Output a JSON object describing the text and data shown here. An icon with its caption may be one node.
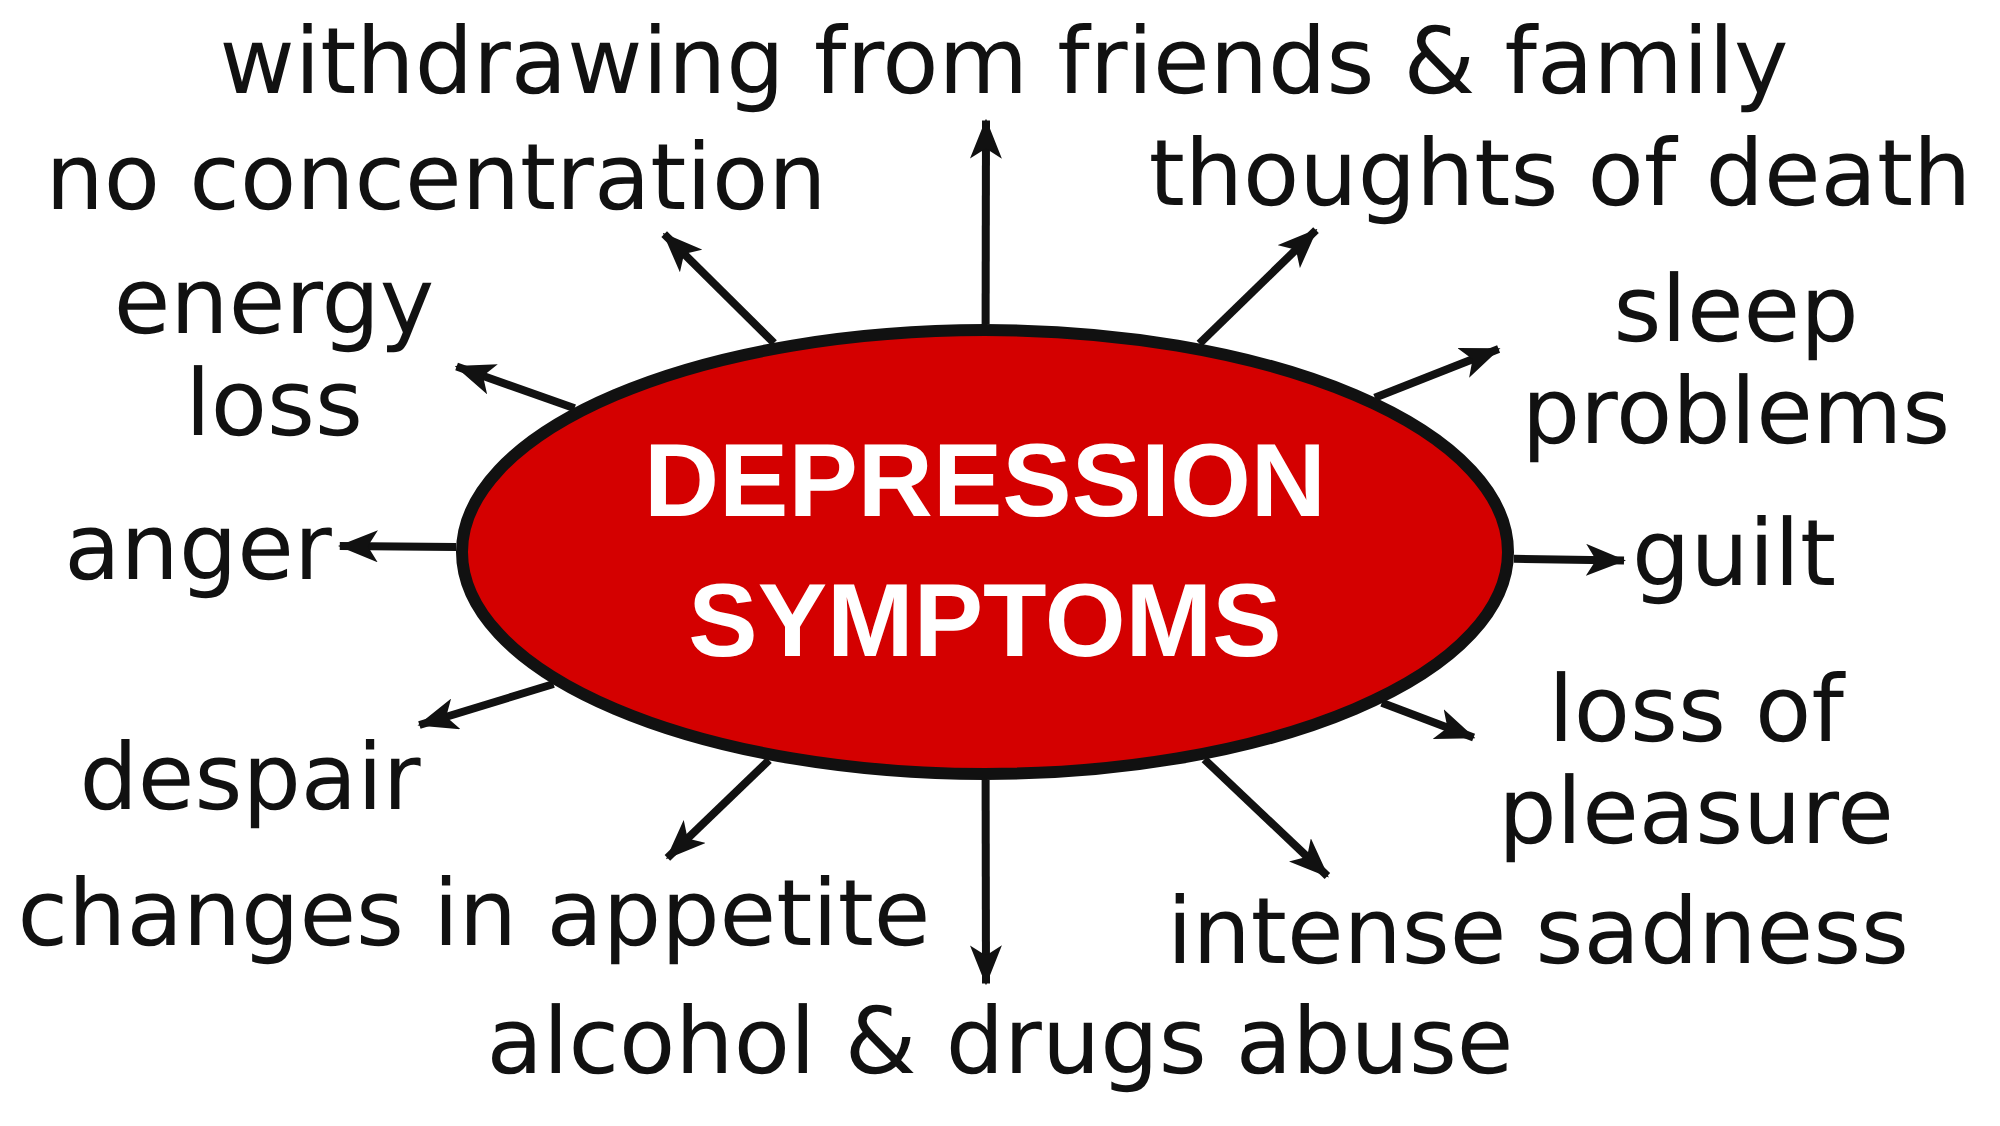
{
  "diagram": {
    "nodes": [
      {
        "text": [
          "DEPRESSION SYMPTOMS"
        ]
      },
      {
        "text": [
          "withdrawing from friends & family"
        ]
      },
      {
        "text": [
          "no concentration"
        ]
      },
      {
        "text": [
          "thoughts of death"
        ]
      },
      {
        "text": [
          "energy loss"
        ]
      },
      {
        "text": [
          "sleep problems"
        ]
      },
      {
        "text": [
          "anger"
        ]
      },
      {
        "text": [
          "guilt"
        ]
      },
      {
        "text": [
          "despair"
        ]
      },
      {
        "text": [
          "loss of pleasure"
        ]
      },
      {
        "text": [
          "changes in appetite"
        ]
      },
      {
        "text": [
          "intense sadness"
        ]
      },
      {
        "text": [
          "alcohol & drugs abuse"
        ]
      }
    ],
    "edges": [
      {
        "from": 0,
        "to": 1,
        "arrow": "to"
      },
      {
        "from": 0,
        "to": 2,
        "arrow": "to"
      },
      {
        "from": 0,
        "to": 3,
        "arrow": "to"
      },
      {
        "from": 0,
        "to": 4,
        "arrow": "to"
      },
      {
        "from": 0,
        "to": 5,
        "arrow": "to"
      },
      {
        "from": 0,
        "to": 6,
        "arrow": "to"
      },
      {
        "from": 0,
        "to": 7,
        "arrow": "to"
      },
      {
        "from": 0,
        "to": 8,
        "arrow": "to"
      },
      {
        "from": 0,
        "to": 9,
        "arrow": "to"
      },
      {
        "from": 0,
        "to": 10,
        "arrow": "to"
      },
      {
        "from": 0,
        "to": 11,
        "arrow": "to"
      },
      {
        "from": 0,
        "to": 12,
        "arrow": "to"
      }
    ]
  }
}
